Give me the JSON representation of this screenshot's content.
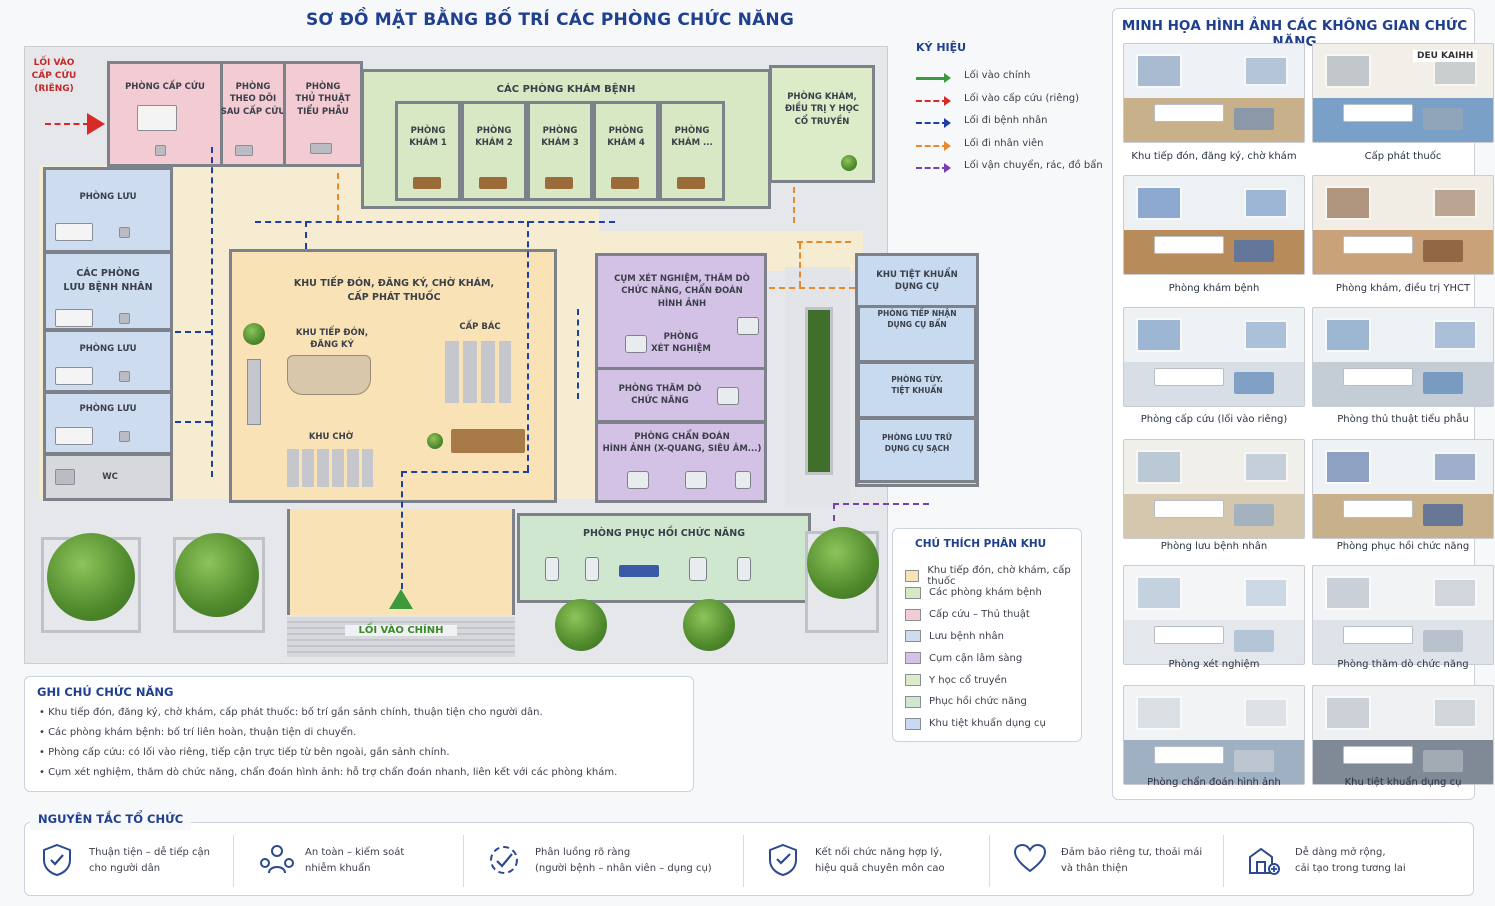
{
  "title": "SƠ ĐỒ MẶT BẰNG BỐ TRÍ CÁC PHÒNG CHỨC NĂNG",
  "plan": {
    "emergency_entry": "LỐI VÀO\nCẤP CỨU\n(RIÊNG)",
    "main_entry": "LỐI VÀO CHÍNH",
    "rooms": {
      "emergency": "PHÒNG CẤP CỨU",
      "post_emergency": "PHÒNG\nTHEO DÕI\nSAU CẤP CỨU",
      "minor_surgery": "PHÒNG\nTHỦ THUẬT\nTIỂU PHẪU",
      "exam_group": "CÁC PHÒNG KHÁM BỆNH",
      "exam1": "PHÒNG\nKHÁM 1",
      "exam2": "PHÒNG\nKHÁM 2",
      "exam3": "PHÒNG\nKHÁM 3",
      "exam4": "PHÒNG\nKHÁM 4",
      "exam5": "PHÒNG\nKHÁM ...",
      "traditional": "PHÒNG KHÁM,\nĐIỀU TRỊ Y HỌC\nCỔ TRUYỀN",
      "stay1": "PHÒNG LƯU",
      "stay_group": "CÁC PHÒNG\nLƯU BỆNH NHÂN",
      "stay2": "PHÒNG LƯU",
      "stay3": "PHÒNG LƯU",
      "wc": "WC",
      "reception_zone": "KHU TIẾP ĐÓN, ĐĂNG KÝ, CHỜ KHÁM,\nCẤP PHÁT THUỐC",
      "reception_desk": "KHU TIẾP ĐÓN,\nĐĂNG KÝ",
      "pharmacy": "CẤP BÁC",
      "waiting": "KHU CHỜ",
      "lab_cluster": "CỤM XÉT NGHIỆM, THĂM DÒ\nCHỨC NĂNG, CHẨN ĐOÁN\nHÌNH ẢNH",
      "lab": "PHÒNG\nXÉT NGHIỆM",
      "function_test": "PHÒNG THĂM DÒ\nCHỨC NĂNG",
      "imaging": "PHÒNG CHẨN ĐOÁN\nHÌNH ẢNH (X-QUANG, SIÊU ÂM...)",
      "sterile_zone": "KHU TIỆT KHUẨN\nDỤNG CỤ",
      "sterile_receive": "PHÒNG TIẾP NHẬN\nDỤNG CỤ BẨN",
      "sterile_room": "PHÒNG TỪY.\nTIỆT KHUẨN",
      "sterile_store": "PHÒNG LƯU TRỮ\nDỤNG CỤ SẠCH",
      "rehab": "PHÒNG PHỤC HỒI CHỨC NĂNG"
    }
  },
  "legend": {
    "title": "KÝ HIỆU",
    "items": [
      {
        "label": "Lối vào chính",
        "color": "#3c9a3c"
      },
      {
        "label": "Lối vào cấp cứu (riêng)",
        "color": "#d92a2a"
      },
      {
        "label": "Lối đi bệnh nhân",
        "color": "#1f3fa8"
      },
      {
        "label": "Lối đi nhân viên",
        "color": "#e78a2a"
      },
      {
        "label": "Lối vận chuyển, rác, đồ bẩn",
        "color": "#7a3fb5"
      }
    ]
  },
  "zones": {
    "title": "CHÚ THÍCH PHÂN KHU",
    "items": [
      {
        "label": "Khu tiếp đón, chờ khám, cấp thuốc",
        "color": "#f9e3b6"
      },
      {
        "label": "Các phòng khám bệnh",
        "color": "#d9e8c4"
      },
      {
        "label": "Cấp cứu – Thủ thuật",
        "color": "#f3cbd2"
      },
      {
        "label": "Lưu bệnh nhân",
        "color": "#cddcee"
      },
      {
        "label": "Cụm cận lâm sàng",
        "color": "#d3c1e6"
      },
      {
        "label": "Y học cổ truyền",
        "color": "#dcebc8"
      },
      {
        "label": "Phục hồi chức năng",
        "color": "#cfe6cf"
      },
      {
        "label": "Khu tiệt khuẩn dụng cụ",
        "color": "#c8daf0"
      }
    ]
  },
  "notes": {
    "title": "GHI CHÚ CHỨC NĂNG",
    "items": [
      "Khu tiếp đón, đăng ký, chờ khám, cấp phát thuốc: bố trí gần sảnh chính, thuận tiện cho người dân.",
      "Các phòng khám bệnh: bố trí liên hoàn, thuận tiện di chuyển.",
      "Phòng cấp cứu: có lối vào riêng, tiếp cận trực tiếp từ bên ngoài, gần sảnh chính.",
      "Cụm xét nghiệm, thăm dò chức năng, chẩn đoán hình ảnh: hỗ trợ chẩn đoán nhanh, liên kết với các phòng khám."
    ]
  },
  "gallery": {
    "title": "MINH HỌA HÌNH ẢNH CÁC KHÔNG GIAN CHỨC NĂNG",
    "sign_text": "DEU KAIHH",
    "items": [
      "Khu tiếp đón, đăng ký, chờ khám",
      "Cấp phát thuốc",
      "Phòng khám bệnh",
      "Phòng khám, điều trị YHCT",
      "Phòng cấp cứu (lối vào riêng)",
      "Phòng thủ thuật tiểu phẫu",
      "Phòng lưu bệnh nhân",
      "Phòng phục hồi chức năng",
      "Phòng xét nghiệm",
      "Phòng thăm dò chức năng",
      "Phòng chẩn đoán hình ảnh",
      "Khu tiệt khuẩn dụng cụ"
    ]
  },
  "principles": {
    "title": "NGUYÊN TẮC TỔ CHỨC",
    "items": [
      {
        "line1": "Thuận tiện – dễ tiếp cận",
        "line2": "cho người dân",
        "icon": "shield-check-icon"
      },
      {
        "line1": "An toàn – kiểm soát",
        "line2": "nhiễm khuẩn",
        "icon": "people-group-icon"
      },
      {
        "line1": "Phân luồng rõ ràng",
        "line2": "(người bệnh – nhân viên – dụng cụ)",
        "icon": "flow-arrows-icon"
      },
      {
        "line1": "Kết nối chức năng hợp lý,",
        "line2": "hiệu quả chuyên môn cao",
        "icon": "shield-link-icon"
      },
      {
        "line1": "Đảm bảo riêng tư, thoải mái",
        "line2": "và thân thiện",
        "icon": "heart-icon"
      },
      {
        "line1": "Dễ dàng mở rộng,",
        "line2": "cải tạo trong tương lai",
        "icon": "building-expand-icon"
      }
    ]
  }
}
